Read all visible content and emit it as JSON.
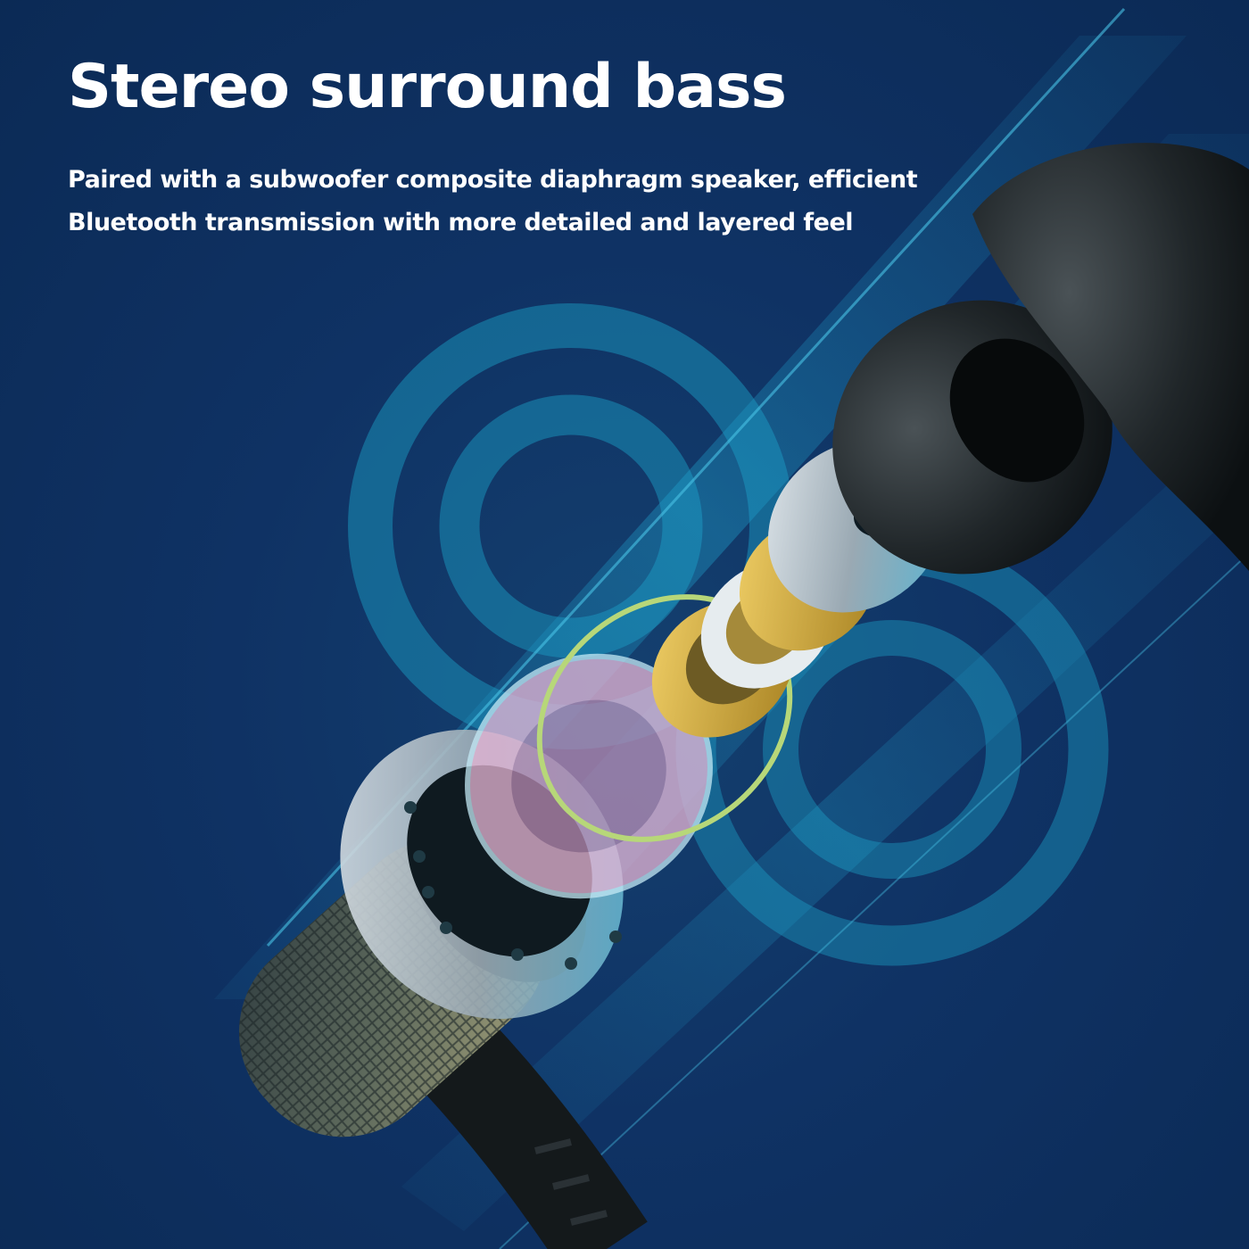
{
  "headline": "Stereo surround bass",
  "subcopy": {
    "line1": "Paired with a subwoofer composite diaphragm speaker, efficient",
    "line2": "Bluetooth transmission with more detailed and layered feel"
  },
  "colors": {
    "background": "#0d2c58",
    "text": "#ffffff",
    "sound_wave": "#1a8fb8",
    "light_beam": "#1f9ac4"
  }
}
